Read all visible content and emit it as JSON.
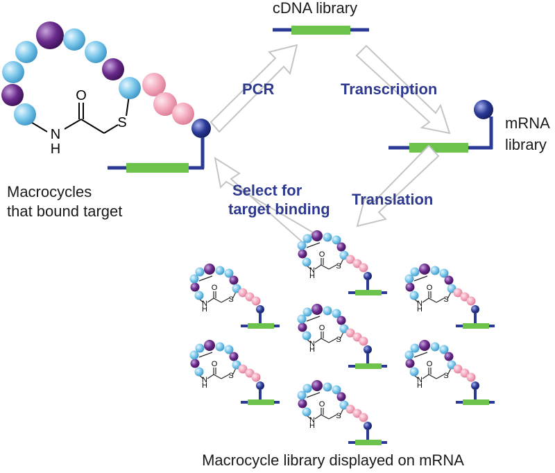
{
  "colors": {
    "light_blue": "#78c6ea",
    "purple": "#6a2a8c",
    "pink": "#f4a9bd",
    "navy": "#2b3a97",
    "green": "#6cc24a",
    "arrow_outline": "#c8c8c8",
    "step_text": "#2e3a8f"
  },
  "labels": {
    "cdna_library": "cDNA library",
    "mrna_library_line1": "mRNA",
    "mrna_library_line2": "library",
    "bound_line1": "Macrocycles",
    "bound_line2": "that bound target",
    "display_library": "Macrocycle library displayed on mRNA"
  },
  "steps": {
    "pcr": "PCR",
    "transcription": "Transcription",
    "translation": "Translation",
    "select_line1": "Select for",
    "select_line2": "target binding"
  },
  "chemistry": {
    "oxygen": "O",
    "nitrogen": "N",
    "hydrogen": "H",
    "sulfur": "S"
  },
  "icons": {
    "bead": "bead-icon",
    "process_arrow": "hollow-arrow-icon"
  }
}
